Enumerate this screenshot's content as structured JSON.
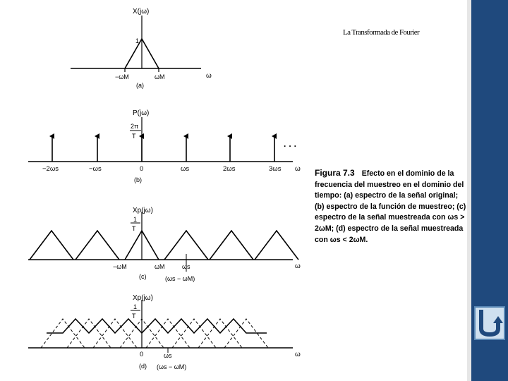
{
  "slide": {
    "title": "La Transformada de Fourier"
  },
  "caption": {
    "figure_number": "Figura 7.3",
    "text": "Efecto en el dominio de la frecuencia del muestreo en el dominio del tiempo: (a) espectro de la señal original; (b) espectro de la función de muestreo; (c) espectro de la señal muestreada con ωs > 2ωM; (d) espectro de la señal muestreada con ωs < 2ωM."
  },
  "panels": {
    "a": {
      "ylabel": "X(jω)",
      "peak": "1",
      "ticks": [
        "−ωM",
        "ωM"
      ],
      "axis": "ω",
      "tag": "(a)"
    },
    "b": {
      "ylabel": "P(jω)",
      "amp_top": "2π",
      "amp_bottom": "T",
      "ellipsis": "· · ·",
      "ticks": [
        "−2ωs",
        "−ωs",
        "0",
        "ωs",
        "2ωs",
        "3ωs"
      ],
      "axis": "ω",
      "tag": "(b)"
    },
    "c": {
      "ylabel": "Xp(jω)",
      "amp_top": "1",
      "amp_bottom": "T",
      "ticks": [
        "−ωM",
        "ωM",
        "ωs"
      ],
      "diff": "(ωs − ωM)",
      "axis": "ω",
      "tag": "(c)"
    },
    "d": {
      "ylabel": "Xp(jω)",
      "amp_top": "1",
      "amp_bottom": "T",
      "ticks": [
        "0",
        "ωs"
      ],
      "diff": "(ωs − ωM)",
      "axis": "ω",
      "tag": "(d)"
    }
  },
  "icons": {
    "back": "u-turn-back-icon"
  },
  "colors": {
    "bar": "#1f497d",
    "button_bg": "#cfe0ef",
    "button_border": "#5b89b6"
  }
}
